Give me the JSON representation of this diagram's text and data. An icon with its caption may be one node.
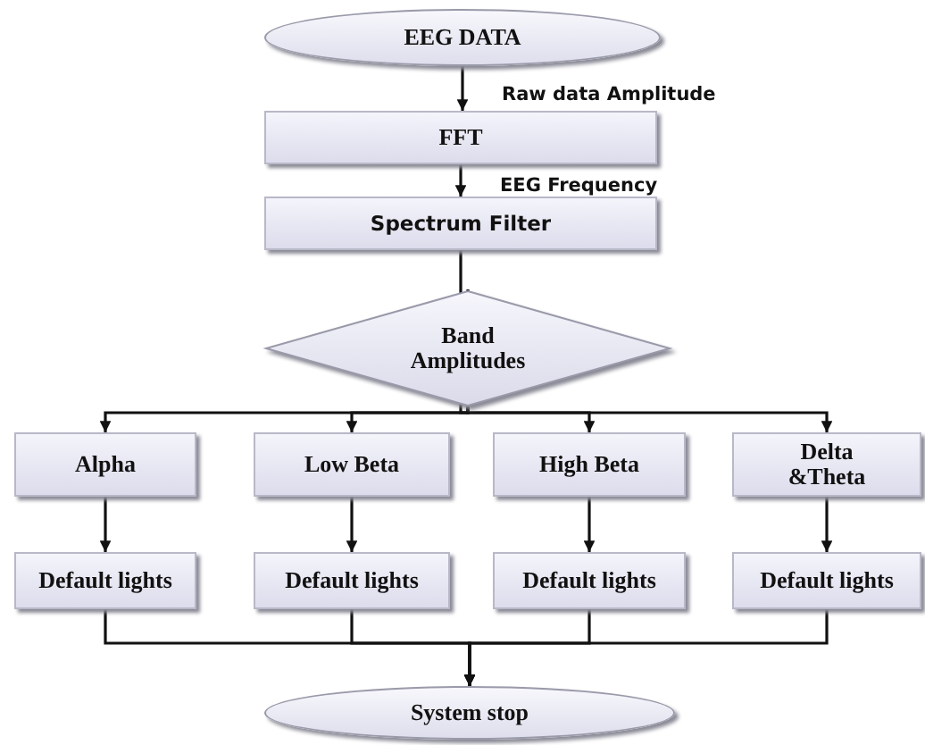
{
  "diagram": {
    "nodes": [
      {
        "text": [
          "EEG DATA"
        ]
      },
      {
        "text": [
          "FFT"
        ]
      },
      {
        "text": [
          "Spectrum Filter"
        ]
      },
      {
        "text": [
          "Band Amplitudes"
        ]
      },
      {
        "text": [
          "Alpha"
        ]
      },
      {
        "text": [
          "Low Beta"
        ]
      },
      {
        "text": [
          "High Beta"
        ]
      },
      {
        "text": [
          "Delta &Theta"
        ]
      },
      {
        "text": [
          "Default lights"
        ]
      },
      {
        "text": [
          "Default lights"
        ]
      },
      {
        "text": [
          "Default lights"
        ]
      },
      {
        "text": [
          "Default lights"
        ]
      },
      {
        "text": [
          "System stop"
        ]
      }
    ],
    "edges": [
      {
        "from": 0,
        "to": 1,
        "arrow": "to",
        "label": "Raw data Amplitude"
      },
      {
        "from": 1,
        "to": 2,
        "arrow": "to",
        "label": "EEG Frequency"
      },
      {
        "from": 2,
        "to": 3,
        "arrow": "to"
      },
      {
        "from": 3,
        "to": 4,
        "arrow": "to"
      },
      {
        "from": 3,
        "to": 5,
        "arrow": "to"
      },
      {
        "from": 3,
        "to": 6,
        "arrow": "to"
      },
      {
        "from": 3,
        "to": 7,
        "arrow": "to"
      },
      {
        "from": 4,
        "to": 8,
        "arrow": "to"
      },
      {
        "from": 5,
        "to": 9,
        "arrow": "to"
      },
      {
        "from": 6,
        "to": 10,
        "arrow": "to"
      },
      {
        "from": 7,
        "to": 11,
        "arrow": "to"
      },
      {
        "from": 8,
        "to": 12,
        "arrow": "to"
      },
      {
        "from": 9,
        "to": 12,
        "arrow": "to"
      },
      {
        "from": 10,
        "to": 12,
        "arrow": "to"
      },
      {
        "from": 11,
        "to": 12,
        "arrow": "to"
      }
    ]
  }
}
